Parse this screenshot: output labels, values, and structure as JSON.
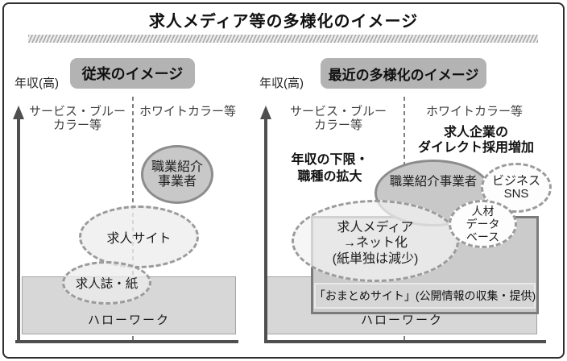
{
  "title": "求人メディア等の多様化のイメージ",
  "colors": {
    "panel_gray": "#b3b3b3",
    "ellipse_gray": "#c8c8c8",
    "light_gray": "#d7d7d7",
    "box_gray": "#cbcbcb",
    "axis_gray": "#4f4f4f",
    "dash_gray": "#9b9b9b"
  },
  "left": {
    "header": "従来のイメージ",
    "y_axis_label": "年収(高)",
    "col_left": [
      "サービス・ブルー",
      "カラー等"
    ],
    "col_right": "ホワイトカラー等",
    "agency": [
      "職業紹介",
      "事業者"
    ],
    "job_site": "求人サイト",
    "job_paper": "求人誌・紙",
    "hellowork": "ハローワーク"
  },
  "right": {
    "header": "最近の多様化のイメージ",
    "y_axis_label": "年収(高)",
    "col_left": [
      "サービス・ブルー",
      "カラー等"
    ],
    "col_right": "ホワイトカラー等",
    "note_direct": [
      "求人企業の",
      "ダイレクト採用増加"
    ],
    "note_scope": [
      "年収の下限・",
      "職種の拡大"
    ],
    "agency": "職業紹介事業者",
    "business_sns": [
      "ビジネス",
      "SNS"
    ],
    "hr_database": [
      "人材",
      "データ",
      "ベース"
    ],
    "job_media": [
      "求人メディア",
      "→ネット化",
      "(紙単独は減少)"
    ],
    "matome_site": "「おまとめサイト」(公開情報の収集・提供)",
    "hellowork": "ハローワーク"
  }
}
